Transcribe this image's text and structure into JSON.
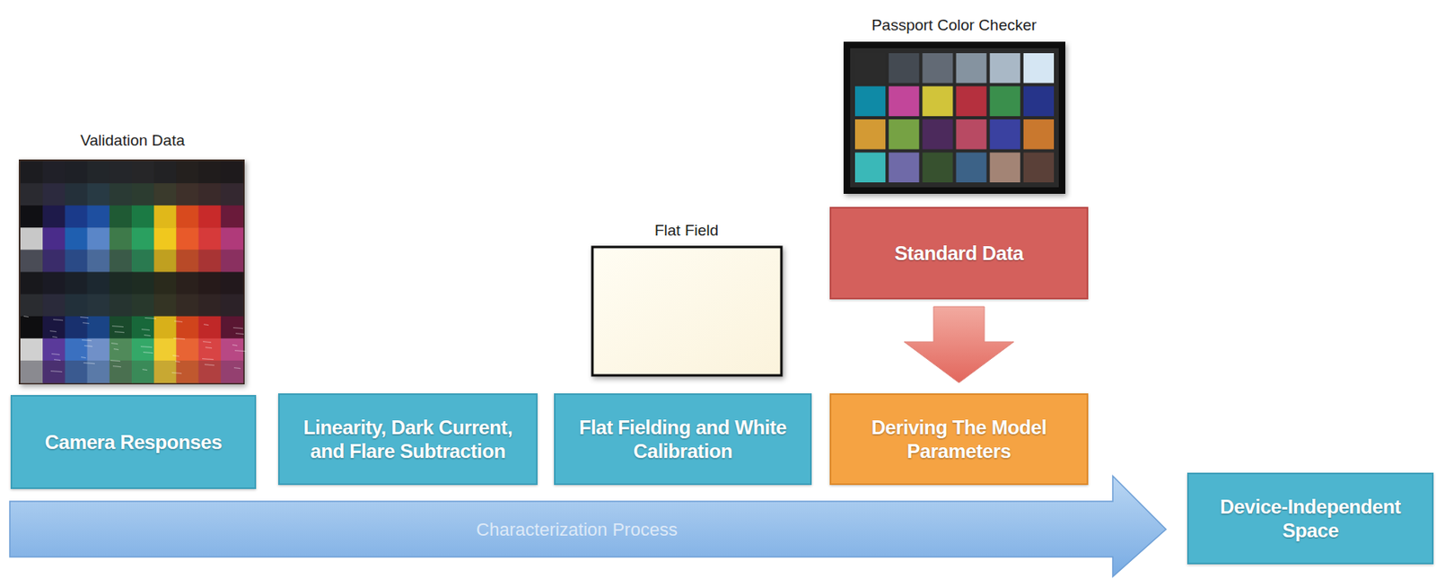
{
  "diagram": {
    "nodes": [
      {
        "text": [
          "Camera Responses"
        ]
      },
      {
        "text": [
          "Linearity, Dark Current, and Flare Subtraction"
        ]
      },
      {
        "text": [
          "Flat Fielding and White Calibration"
        ]
      },
      {
        "text": [
          "Standard Data"
        ]
      },
      {
        "text": [
          "Deriving The Model Parameters"
        ]
      },
      {
        "text": [
          "Characterization Process"
        ]
      },
      {
        "text": [
          "Device-Independent Space"
        ]
      }
    ],
    "edges": [
      {
        "from": 3,
        "to": 4,
        "arrow": "to"
      }
    ],
    "labels": [
      "Validation Data",
      "Flat Field",
      "Passport Color Checker"
    ]
  }
}
